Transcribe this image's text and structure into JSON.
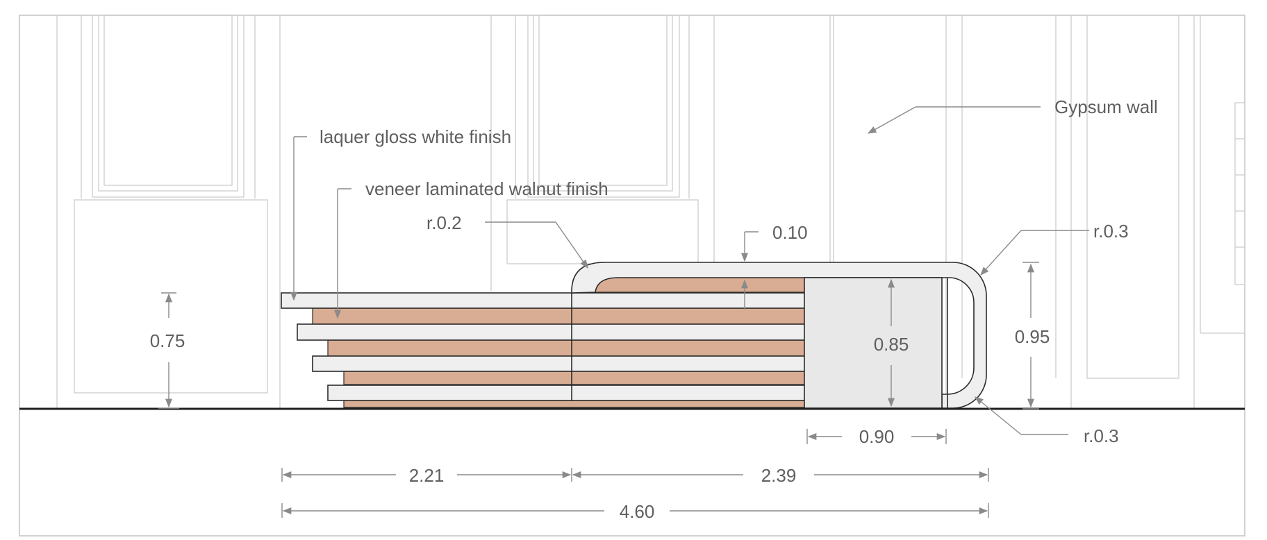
{
  "labels": {
    "gypsum_wall": "Gypsum wall",
    "laquer_finish": "laquer gloss white finish",
    "veneer_finish": "veneer laminated walnut finish",
    "radius_left": "r.0.2",
    "radius_top_right": "r.0.3",
    "radius_bottom_right": "r.0.3"
  },
  "dimensions": {
    "left_height": "0.75",
    "top_thickness": "0.10",
    "panel_height": "0.85",
    "total_height": "0.95",
    "panel_width": "0.90",
    "left_length": "2.21",
    "right_length": "2.39",
    "total_length": "4.60"
  },
  "colors": {
    "walnut": "#d9ad93",
    "lacquer": "#efefef",
    "line": "#2b2b2b",
    "dimension": "#8a8a8a",
    "background_lines": "#c9c9c9"
  }
}
